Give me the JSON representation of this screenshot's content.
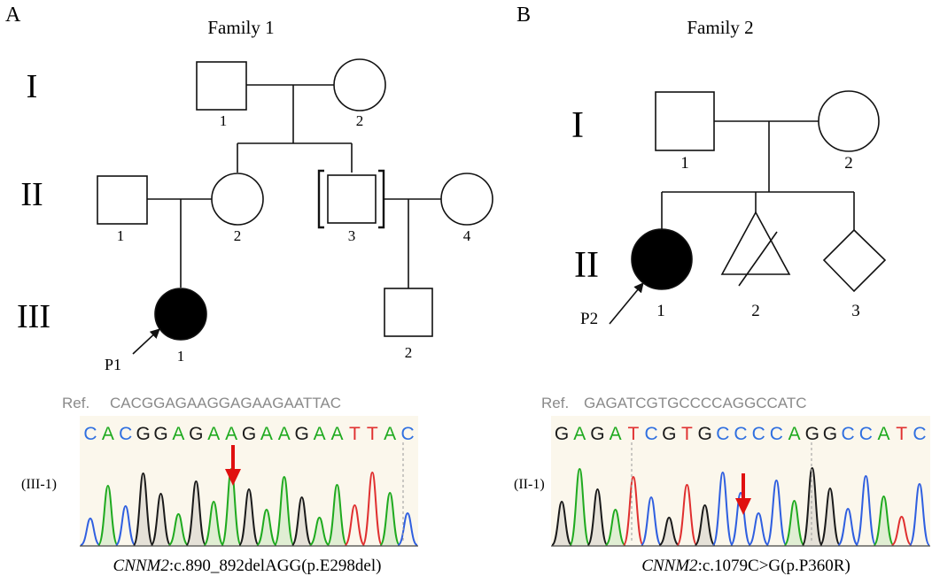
{
  "panels": [
    {
      "letter": "A",
      "title": "Family 1",
      "generations": [
        "I",
        "II",
        "III"
      ],
      "individual_numbers": {
        "I_1": "1",
        "I_2": "2",
        "II_1": "1",
        "II_2": "2",
        "II_3": "3",
        "II_4": "4",
        "III_1": "1",
        "III_2": "2"
      },
      "proband_label": "P1",
      "ref_label": "Ref.",
      "ref_sequence": "CACGGAGAAGGAGAAGAATTAC",
      "sample_label": "(III-1)",
      "called_bases": [
        "C",
        "A",
        "C",
        "G",
        "G",
        "A",
        "G",
        "A",
        "A",
        "G",
        "A",
        "A",
        "G",
        "A",
        "A",
        "T",
        "T",
        "A",
        "C"
      ],
      "variant_gene": "CNNM2",
      "variant_text": ":c.890_892delAGG(p.E298del)"
    },
    {
      "letter": "B",
      "title": "Family 2",
      "generations": [
        "I",
        "II"
      ],
      "individual_numbers": {
        "I_1": "1",
        "I_2": "2",
        "II_1": "1",
        "II_2": "2",
        "II_3": "3"
      },
      "proband_label": "P2",
      "ref_label": "Ref.",
      "ref_sequence": "GAGATCGTGCCCCAGGCCATC",
      "sample_label": "(II-1)",
      "called_bases": [
        "G",
        "A",
        "G",
        "A",
        "T",
        "C",
        "G",
        "T",
        "G",
        "C",
        "C",
        "C",
        "C",
        "A",
        "G",
        "G",
        "C",
        "C",
        "A",
        "T",
        "C"
      ],
      "variant_gene": "CNNM2",
      "variant_text": ":c.1079C>G(p.P360R)"
    }
  ],
  "colors": {
    "A": "#3a6fd8",
    "C": "#2f6fe0",
    "G": "#1a1a1a",
    "T": "#e03030",
    "trace_A": "#1faa1f",
    "trace_C": "#2f5fe0",
    "trace_G": "#1a1a1a",
    "trace_T": "#e03030",
    "arrow": "#e01010",
    "panel_bg": "#fbf7ec",
    "ref": "#8a8a8a"
  }
}
